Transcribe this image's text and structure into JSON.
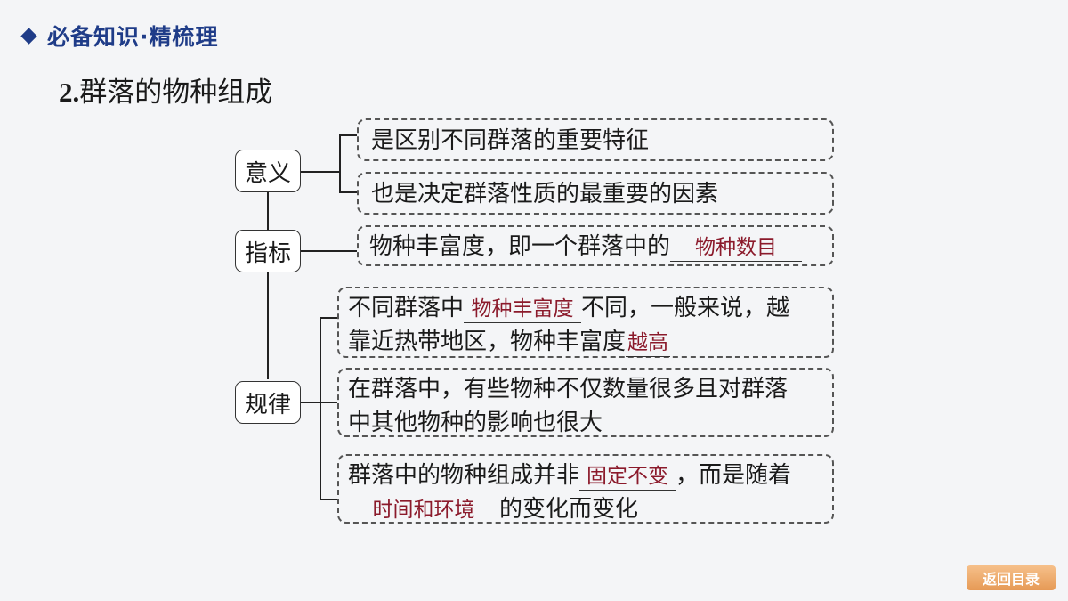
{
  "header": {
    "title": "必备知识·精梳理"
  },
  "section": {
    "number": "2.",
    "title": "群落的物种组成"
  },
  "nodes": {
    "meaning": "意义",
    "indicator": "指标",
    "rule": "规律"
  },
  "meaning": {
    "item1": "是区别不同群落的重要特征",
    "item2": "也是决定群落性质的最重要的因素"
  },
  "indicator": {
    "prefix": "物种丰富度，即一个群落中的",
    "answer": "物种数目"
  },
  "rule": {
    "item1": {
      "prefix": "不同群落中",
      "answer1": "物种丰富度",
      "middle": "不同，一般来说，越",
      "line2_prefix": "靠近热带地区，物种丰富度",
      "answer2": "越高"
    },
    "item2": {
      "line1": "在群落中，有些物种不仅数量很多且对群落",
      "line2": "中其他物种的影响也很大"
    },
    "item3": {
      "prefix": "群落中的物种组成并非",
      "answer1": "固定不变",
      "suffix": "，而是随着",
      "answer2": "时间和环境",
      "line2_suffix": "的变化而变化"
    }
  },
  "footer": {
    "back_label": "返回目录"
  }
}
